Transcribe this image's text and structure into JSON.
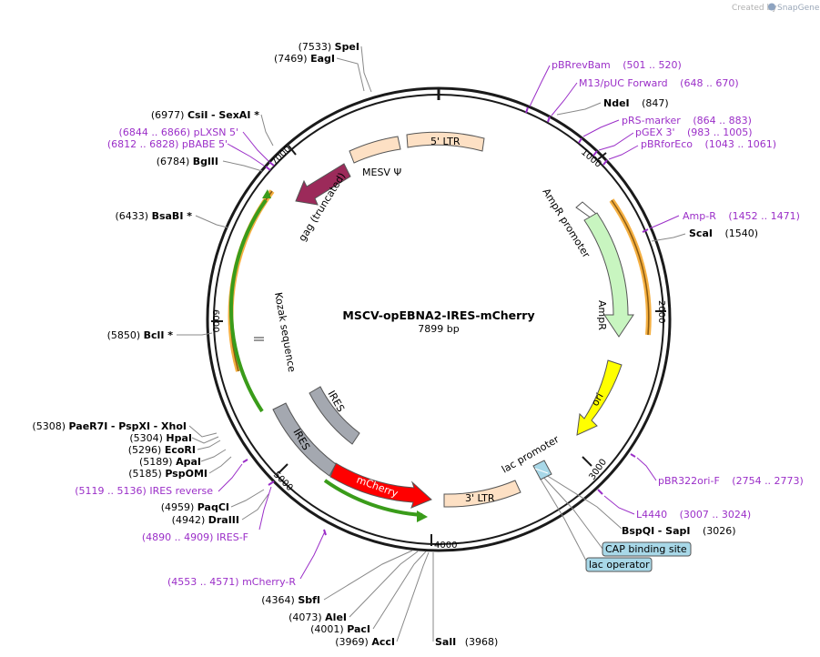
{
  "credit": {
    "created_by": "Created by",
    "brand": "SnapGene"
  },
  "plasmid": {
    "name": "MSCV-opEBNA2-IRES-mCherry",
    "length": "7899 bp"
  },
  "ticks": [
    "1000",
    "2000",
    "3000",
    "4000",
    "5000",
    "6000",
    "7000"
  ],
  "sites": {
    "spei": {
      "pos": "(7533)",
      "name": "SpeI"
    },
    "eagi": {
      "pos": "(7469)",
      "name": "EagI"
    },
    "csii": {
      "pos": "(6977)",
      "name": "CsiI",
      "extra": "- SexAI *"
    },
    "plxsn": {
      "pos": "(6844 .. 6866)",
      "name": "pLXSN 5'"
    },
    "pbabe": {
      "pos": "(6812 .. 6828)",
      "name": "pBABE 5'"
    },
    "bglii": {
      "pos": "(6784)",
      "name": "BglII"
    },
    "bsabi": {
      "pos": "(6433)",
      "name": "BsaBI *"
    },
    "bcli": {
      "pos": "(5850)",
      "name": "BclI *"
    },
    "paer7i": {
      "pos": "(5308)",
      "name": "PaeR7I",
      "extra": "- PspXI",
      "extra2": "- XhoI"
    },
    "hpai": {
      "pos": "(5304)",
      "name": "HpaI"
    },
    "ecori": {
      "pos": "(5296)",
      "name": "EcoRI"
    },
    "apai": {
      "pos": "(5189)",
      "name": "ApaI"
    },
    "pspomi": {
      "pos": "(5185)",
      "name": "PspOMI"
    },
    "iresrev": {
      "pos": "(5119 .. 5136)",
      "name": "IRES reverse"
    },
    "paqci": {
      "pos": "(4959)",
      "name": "PaqCI"
    },
    "draiii": {
      "pos": "(4942)",
      "name": "DraIII"
    },
    "iresf": {
      "pos": "(4890 .. 4909)",
      "name": "IRES-F"
    },
    "mcherryr": {
      "pos": "(4553 .. 4571)",
      "name": "mCherry-R"
    },
    "sbfi": {
      "pos": "(4364)",
      "name": "SbfI"
    },
    "alei": {
      "pos": "(4073)",
      "name": "AleI"
    },
    "paci": {
      "pos": "(4001)",
      "name": "PacI"
    },
    "acci": {
      "pos": "(3969)",
      "name": "AccI"
    },
    "sali": {
      "pos": "(3968)",
      "name": "SalI"
    },
    "pbrrevbam": {
      "name": "pBRrevBam",
      "pos": "(501 .. 520)"
    },
    "m13": {
      "name": "M13/pUC Forward",
      "pos": "(648 .. 670)"
    },
    "ndei": {
      "name": "NdeI",
      "pos": "(847)"
    },
    "prs": {
      "name": "pRS-marker",
      "pos": "(864 .. 883)"
    },
    "pgex": {
      "name": "pGEX 3'",
      "pos": "(983 .. 1005)"
    },
    "pbrforeco": {
      "name": "pBRforEco",
      "pos": "(1043 .. 1061)"
    },
    "ampr": {
      "name": "Amp-R",
      "pos": "(1452 .. 1471)"
    },
    "scai": {
      "name": "ScaI",
      "pos": "(1540)"
    },
    "pbr322": {
      "name": "pBR322ori-F",
      "pos": "(2754 .. 2773)"
    },
    "l4440": {
      "name": "L4440",
      "pos": "(3007 .. 3024)"
    },
    "bspqi": {
      "name": "BspQI",
      "extra": "- SapI",
      "pos": "(3026)"
    }
  },
  "features": {
    "ltr5": "5' LTR",
    "mesv": "MESV Ψ",
    "gag": "gag (truncated)",
    "ampr_promoter": "AmpR promoter",
    "ampr": "AmpR",
    "ori": "ori",
    "lac_promoter": "lac promoter",
    "ltr3": "3' LTR",
    "mcherry": "mCherry",
    "ires_outer": "IRES",
    "ires_inner": "IRES",
    "kozak": "Kozak sequence",
    "cap": "CAP binding site",
    "lacop": "lac operator"
  },
  "colors": {
    "backbone": "#1a1a1a",
    "purple": "#9b2fc8",
    "ltr": "#fde0c4",
    "gag": "#9c2a5a",
    "ampr": "#c8f5c0",
    "ori": "#ffff00",
    "mcherry": "#ff0000",
    "ires": "#a4a8b0",
    "orf_orange": "#f5b042",
    "orf_green": "#3a9c1a",
    "blue_box": "#a8d8e8"
  }
}
